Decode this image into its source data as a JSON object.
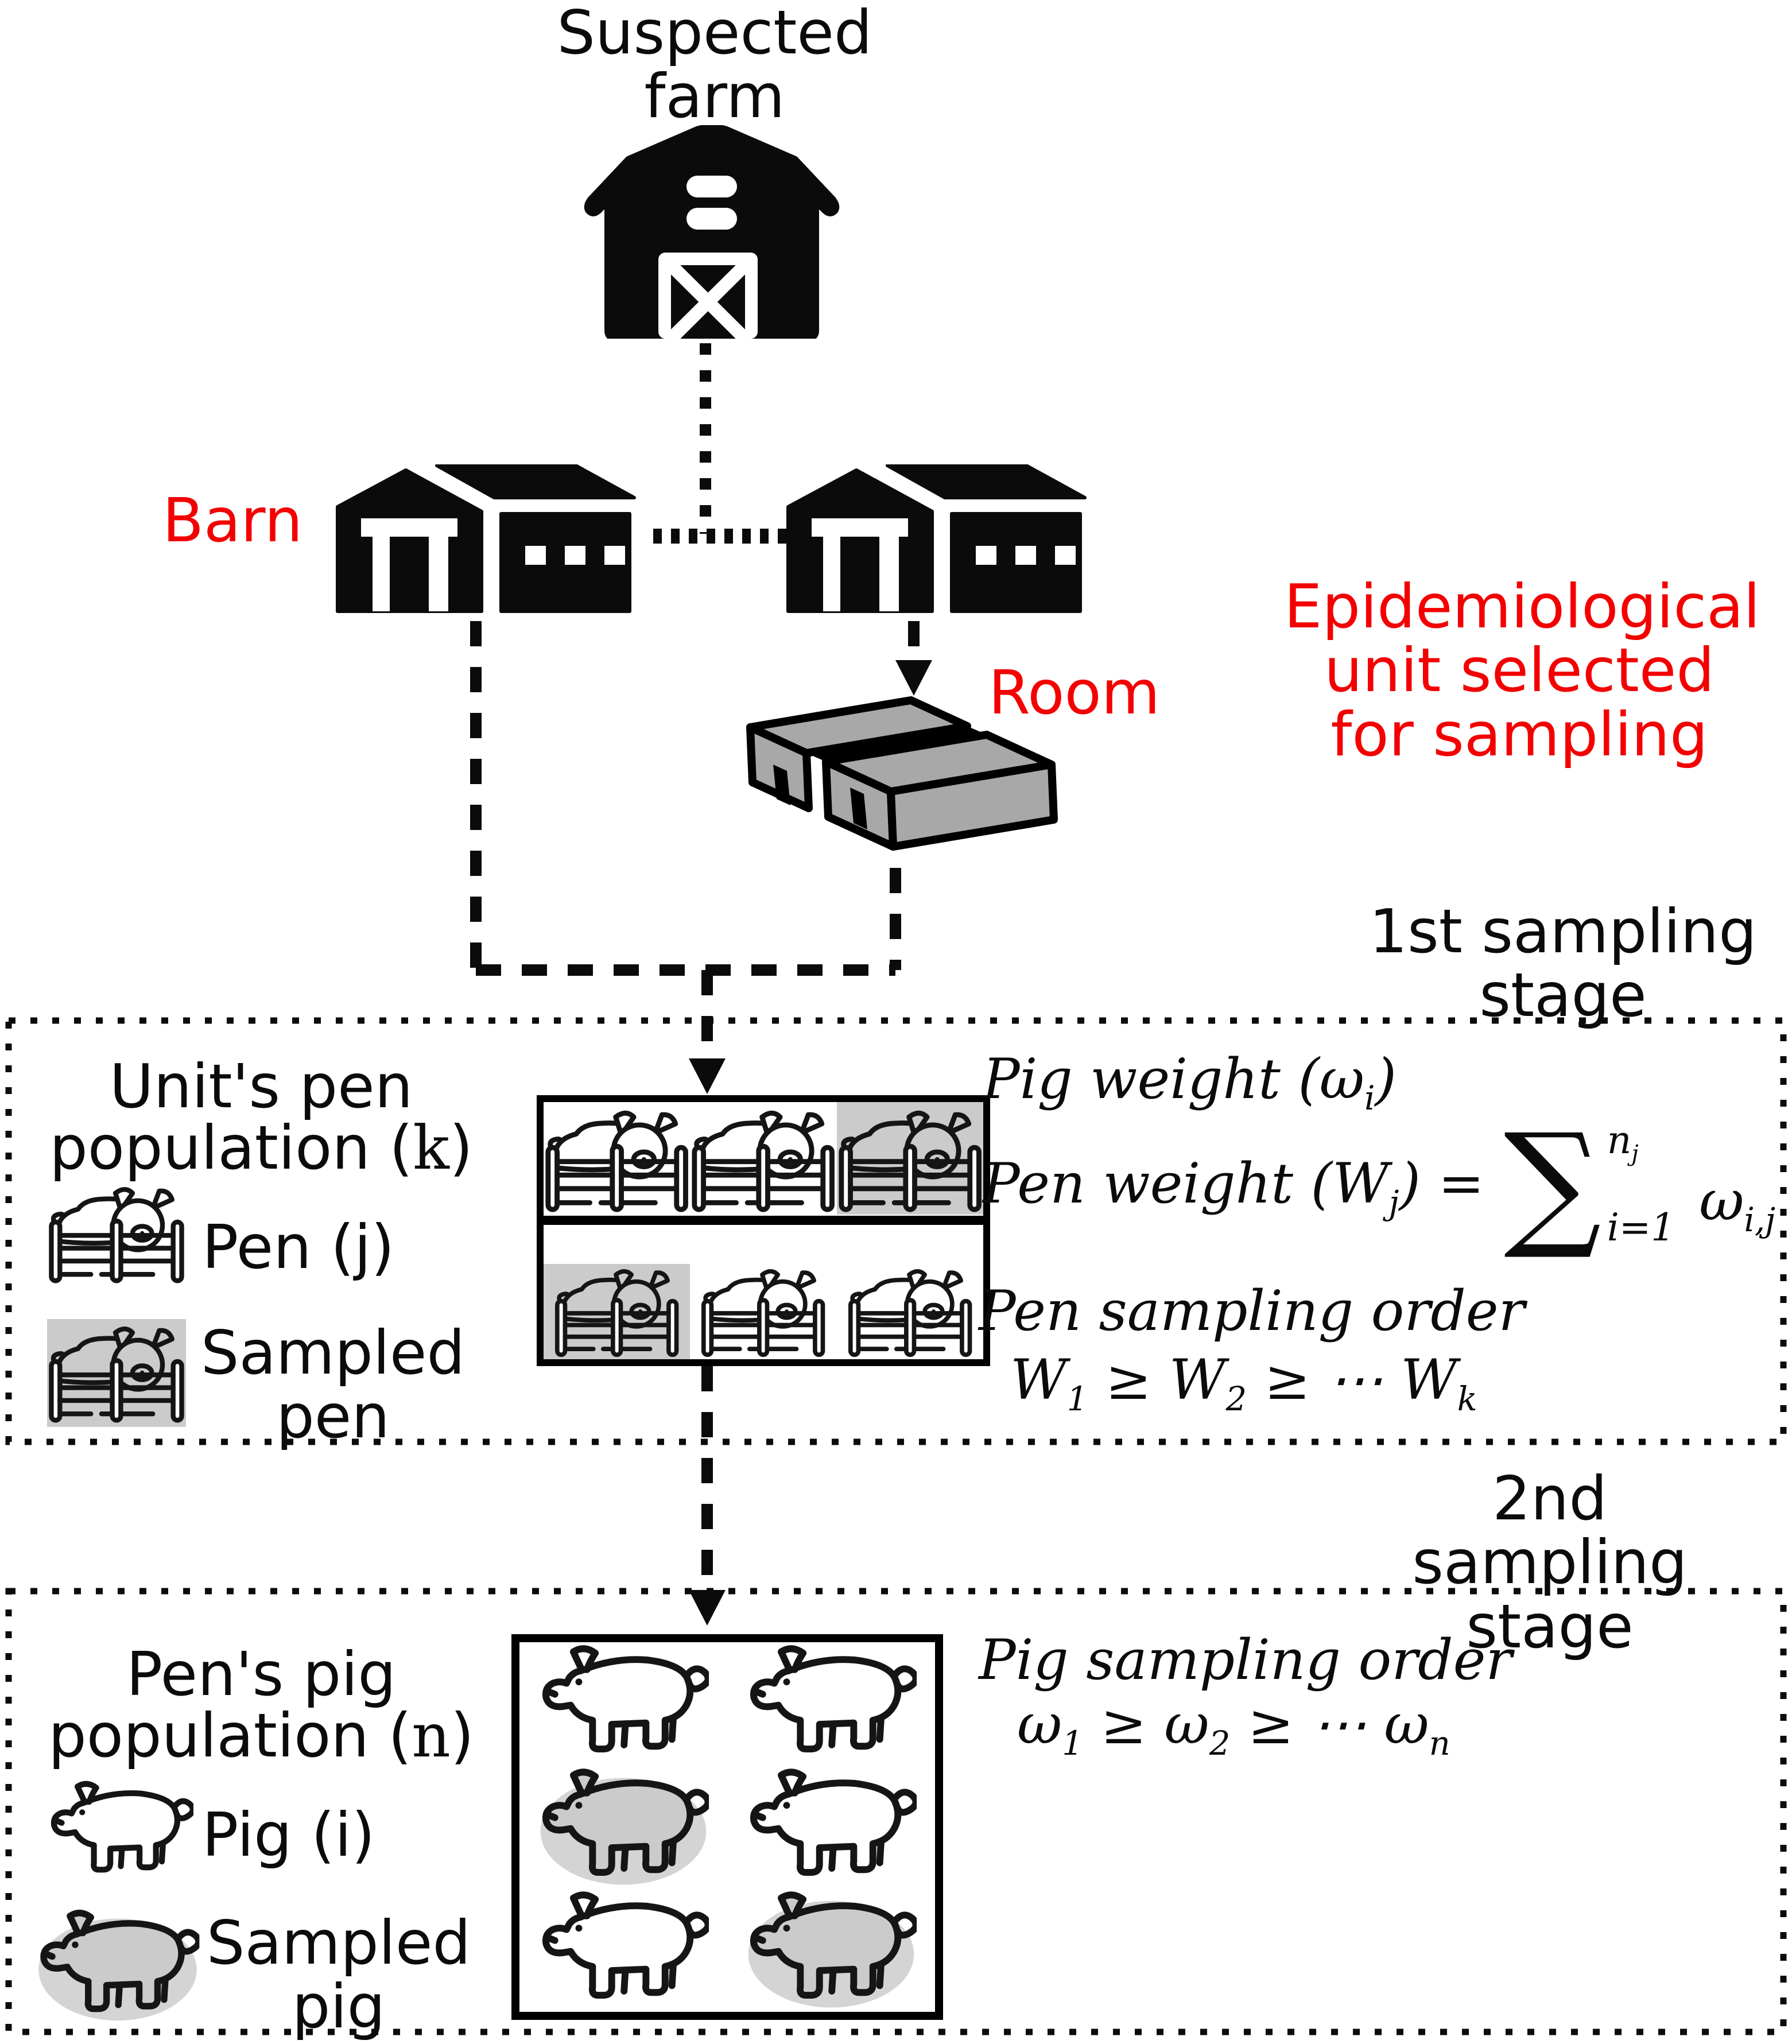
{
  "palette": {
    "accent_red": "#F30000",
    "ink_black": "#0B0B0B",
    "room_gray": "#A8A8A8",
    "sampled_pen_gray": "#CBCBCB",
    "sampled_pig_gray": "#D4D4D4"
  },
  "icons": {
    "farm": "barn-farm-icon",
    "barn": "warehouse-barn-icon",
    "room": "room-slab-icon",
    "pen": "pig-in-pen-icon",
    "pig": "pig-side-icon",
    "connectors": "dotted-and-dashed-arrows"
  },
  "header": {
    "farm_label": "Suspected farm"
  },
  "farm_level": {
    "barn_label": "Barn",
    "room_label": "Room",
    "epi_note": "Epidemiological unit selected for sampling"
  },
  "stages": {
    "first": "1st sampling stage",
    "second": "2nd sampling stage"
  },
  "stage1": {
    "title1": "Unit's pen",
    "title2_pre": "population (",
    "title2_var": "k",
    "title2_post": ")",
    "legend_pen": "Pen (j)",
    "legend_sampled1": "Sampled",
    "legend_sampled2": "pen",
    "pen_rows": [
      [
        false,
        false,
        true
      ],
      [
        true,
        false,
        false
      ]
    ],
    "f": {
      "pig_weight": [
        {
          "t": "Pig weight ("
        },
        {
          "t": "ω"
        },
        {
          "s": "i"
        },
        {
          "t": ")"
        }
      ],
      "pen_weight_lhs": [
        {
          "t": "Pen weight ("
        },
        {
          "t": "W"
        },
        {
          "s": "j"
        },
        {
          "t": ") ="
        }
      ],
      "sum_symbol": "∑",
      "sum_upper": [
        {
          "t": "n"
        },
        {
          "s": "j"
        }
      ],
      "sum_lower": [
        {
          "t": "i=1"
        }
      ],
      "sum_body": [
        {
          "t": "ω"
        },
        {
          "s": "i,j"
        }
      ],
      "pen_order_title": "Pen sampling order",
      "pen_order": [
        {
          "t": "W"
        },
        {
          "s": "1"
        },
        {
          "t": " ≥ W"
        },
        {
          "s": "2"
        },
        {
          "t": " ≥ ⋯ W"
        },
        {
          "s": "k"
        }
      ]
    }
  },
  "stage2": {
    "title1": "Pen's pig",
    "title2_pre": "population (",
    "title2_var": "n",
    "title2_post": ")",
    "legend_pig": "Pig (i)",
    "legend_sampled1": "Sampled",
    "legend_sampled2": "pig",
    "pig_rows": [
      [
        false,
        false
      ],
      [
        true,
        false
      ],
      [
        false,
        true
      ]
    ],
    "f": {
      "pig_order_title": "Pig sampling order",
      "pig_order": [
        {
          "t": "ω"
        },
        {
          "s": "1"
        },
        {
          "t": " ≥  ω"
        },
        {
          "s": "2"
        },
        {
          "t": " ≥ ⋯ ω"
        },
        {
          "s": "n"
        }
      ]
    }
  }
}
